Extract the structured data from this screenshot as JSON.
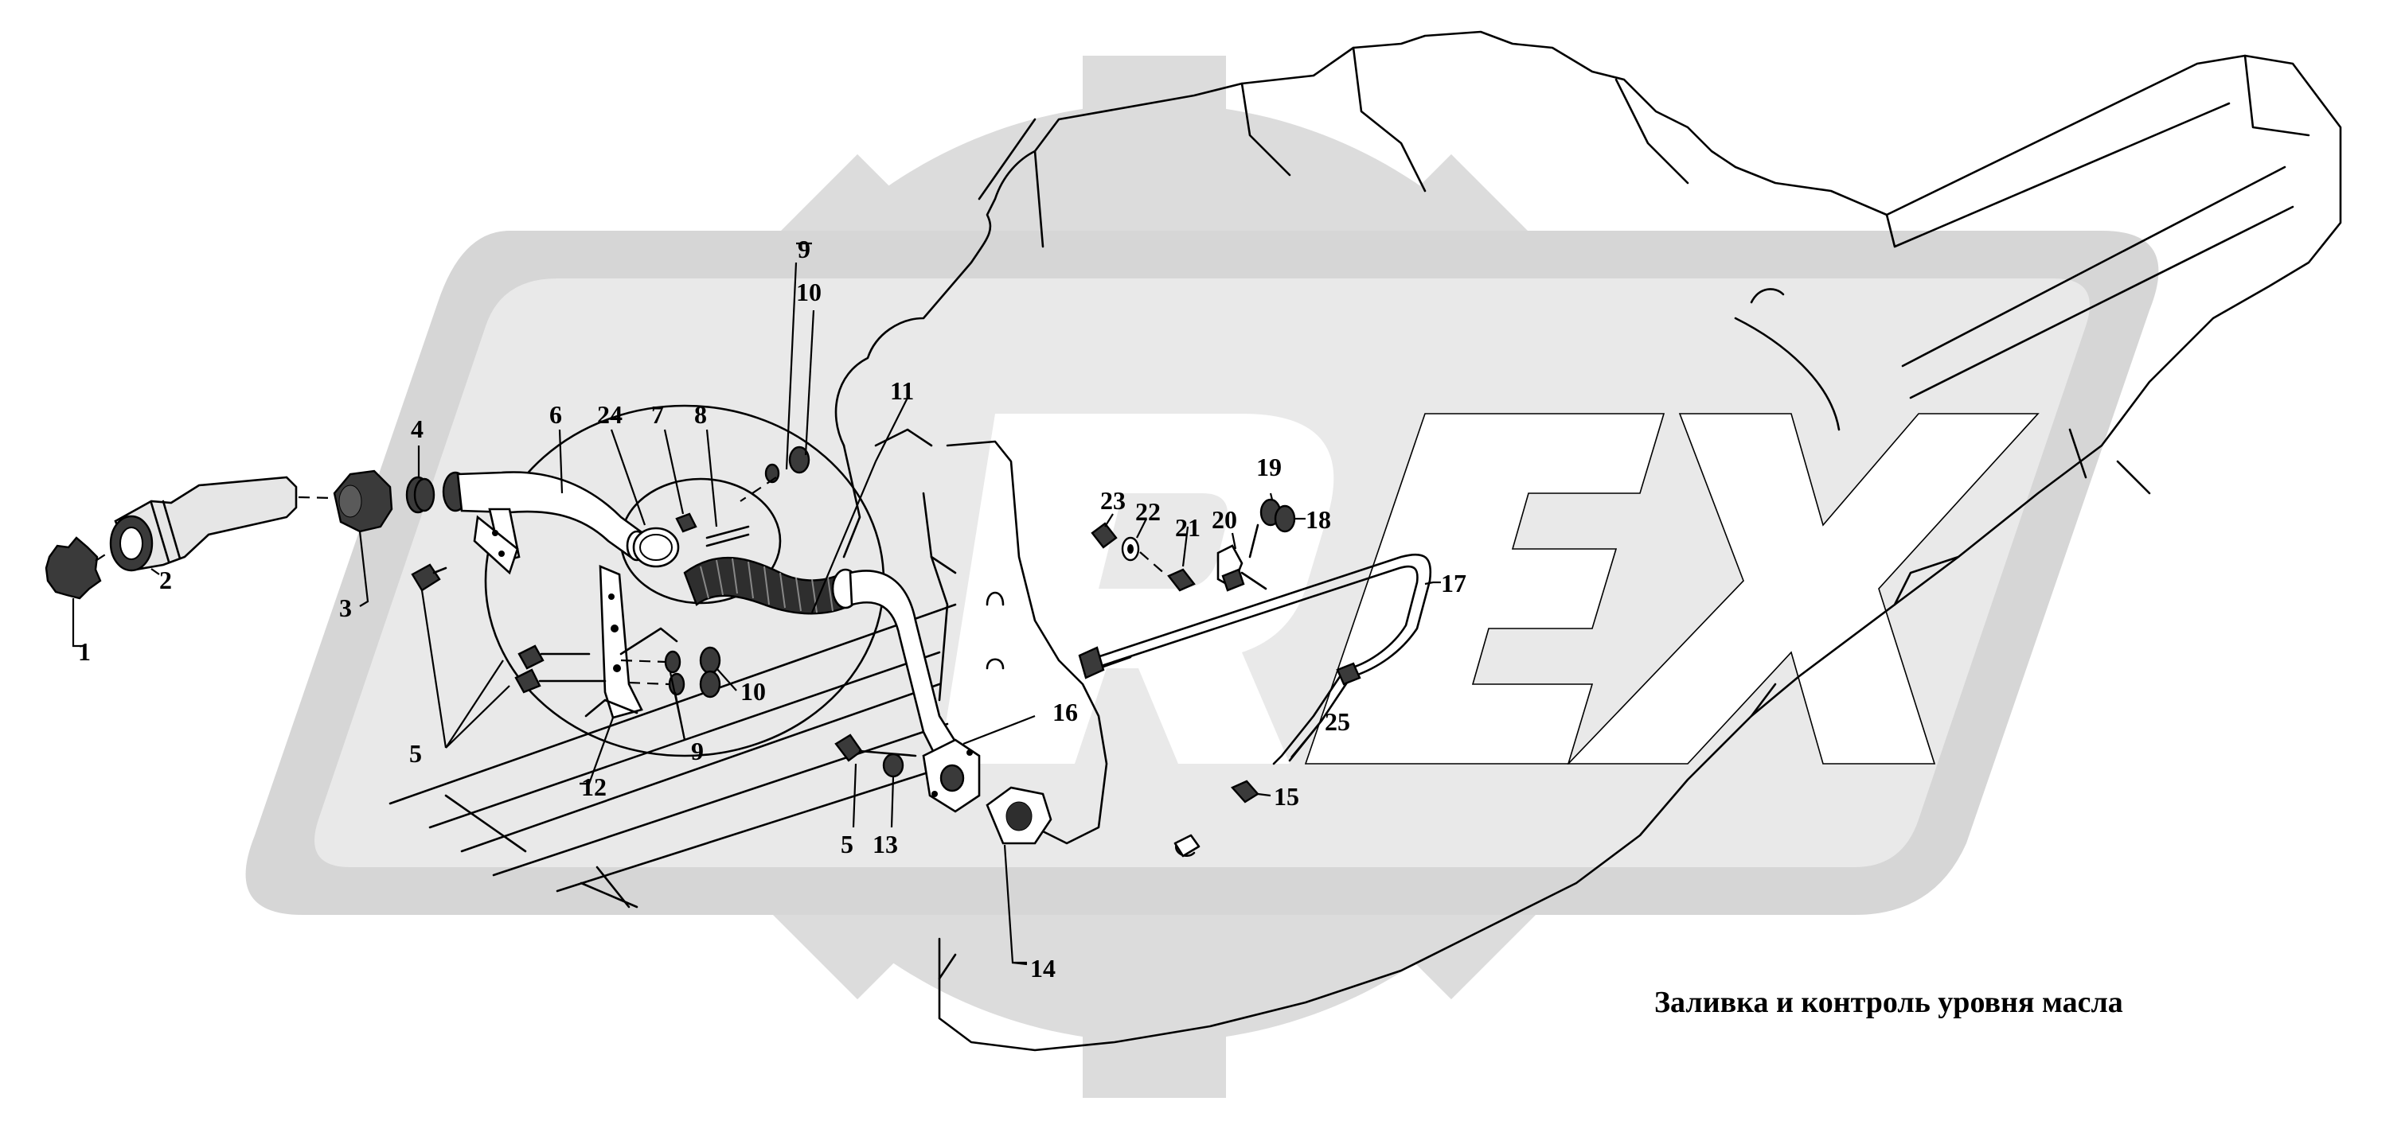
{
  "caption": "Заливка и контроль уровня масла",
  "colors": {
    "background": "#ffffff",
    "watermark": "#d9d9d9",
    "ink": "#000000"
  },
  "parts": [
    {
      "id": "1",
      "label": "1"
    },
    {
      "id": "2",
      "label": "2"
    },
    {
      "id": "3",
      "label": "3"
    },
    {
      "id": "4",
      "label": "4"
    },
    {
      "id": "5",
      "label": "5"
    },
    {
      "id": "6",
      "label": "6"
    },
    {
      "id": "7",
      "label": "7"
    },
    {
      "id": "8",
      "label": "8"
    },
    {
      "id": "9",
      "label": "9"
    },
    {
      "id": "10",
      "label": "10"
    },
    {
      "id": "11",
      "label": "11"
    },
    {
      "id": "12",
      "label": "12"
    },
    {
      "id": "13",
      "label": "13"
    },
    {
      "id": "14",
      "label": "14"
    },
    {
      "id": "15",
      "label": "15"
    },
    {
      "id": "16",
      "label": "16"
    },
    {
      "id": "17",
      "label": "17"
    },
    {
      "id": "18",
      "label": "18"
    },
    {
      "id": "19",
      "label": "19"
    },
    {
      "id": "20",
      "label": "20"
    },
    {
      "id": "21",
      "label": "21"
    },
    {
      "id": "22",
      "label": "22"
    },
    {
      "id": "23",
      "label": "23"
    },
    {
      "id": "24",
      "label": "24"
    },
    {
      "id": "25",
      "label": "25"
    }
  ]
}
